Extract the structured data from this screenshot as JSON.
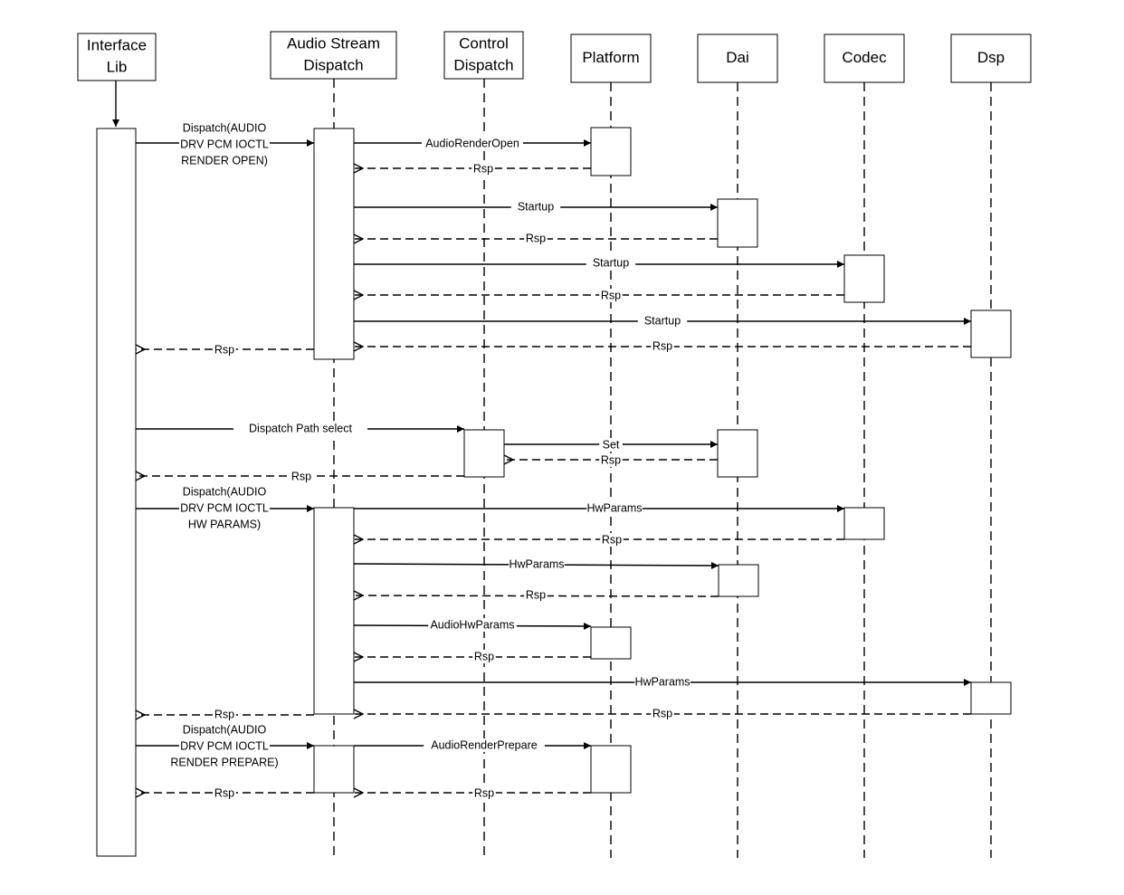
{
  "participants": [
    {
      "id": "il",
      "lines": [
        "Interface",
        "Lib"
      ]
    },
    {
      "id": "asd",
      "lines": [
        "Audio Stream",
        "Dispatch"
      ]
    },
    {
      "id": "cd",
      "lines": [
        "Control",
        "Dispatch"
      ]
    },
    {
      "id": "plat",
      "lines": [
        "Platform"
      ]
    },
    {
      "id": "dai",
      "lines": [
        "Dai"
      ]
    },
    {
      "id": "codec",
      "lines": [
        "Codec"
      ]
    },
    {
      "id": "dsp",
      "lines": [
        "Dsp"
      ]
    }
  ],
  "messages": [
    {
      "from": "il",
      "to": "asd",
      "kind": "call",
      "lines": [
        "Dispatch(AUDIO",
        "DRV PCM IOCTL",
        "RENDER OPEN)"
      ]
    },
    {
      "from": "asd",
      "to": "plat",
      "kind": "call",
      "lines": [
        "AudioRenderOpen"
      ]
    },
    {
      "from": "plat",
      "to": "asd",
      "kind": "return",
      "lines": [
        "Rsp"
      ]
    },
    {
      "from": "asd",
      "to": "dai",
      "kind": "call",
      "lines": [
        "Startup"
      ]
    },
    {
      "from": "dai",
      "to": "asd",
      "kind": "return",
      "lines": [
        "Rsp"
      ]
    },
    {
      "from": "asd",
      "to": "codec",
      "kind": "call",
      "lines": [
        "Startup"
      ]
    },
    {
      "from": "codec",
      "to": "asd",
      "kind": "return",
      "lines": [
        "Rsp"
      ]
    },
    {
      "from": "asd",
      "to": "dsp",
      "kind": "call",
      "lines": [
        "Startup"
      ]
    },
    {
      "from": "dsp",
      "to": "asd",
      "kind": "return",
      "lines": [
        "Rsp"
      ]
    },
    {
      "from": "asd",
      "to": "il",
      "kind": "return",
      "lines": [
        "Rsp"
      ]
    },
    {
      "from": "il",
      "to": "cd",
      "kind": "call",
      "lines": [
        "Dispatch Path select"
      ]
    },
    {
      "from": "cd",
      "to": "dai",
      "kind": "call",
      "lines": [
        "Set"
      ]
    },
    {
      "from": "dai",
      "to": "cd",
      "kind": "return",
      "lines": [
        "Rsp"
      ]
    },
    {
      "from": "cd",
      "to": "il",
      "kind": "return",
      "lines": [
        "Rsp"
      ]
    },
    {
      "from": "il",
      "to": "asd",
      "kind": "call",
      "lines": [
        "Dispatch(AUDIO",
        "DRV PCM IOCTL",
        "HW PARAMS)"
      ]
    },
    {
      "from": "asd",
      "to": "codec",
      "kind": "call",
      "lines": [
        "HwParams"
      ]
    },
    {
      "from": "codec",
      "to": "asd",
      "kind": "return",
      "lines": [
        "Rsp"
      ]
    },
    {
      "from": "asd",
      "to": "dai",
      "kind": "call",
      "lines": [
        "HwParams"
      ]
    },
    {
      "from": "dai",
      "to": "asd",
      "kind": "return",
      "lines": [
        "Rsp"
      ]
    },
    {
      "from": "asd",
      "to": "plat",
      "kind": "call",
      "lines": [
        "AudioHwParams"
      ]
    },
    {
      "from": "plat",
      "to": "asd",
      "kind": "return",
      "lines": [
        "Rsp"
      ]
    },
    {
      "from": "asd",
      "to": "dsp",
      "kind": "call",
      "lines": [
        "HwParams"
      ]
    },
    {
      "from": "dsp",
      "to": "asd",
      "kind": "return",
      "lines": [
        "Rsp"
      ]
    },
    {
      "from": "asd",
      "to": "il",
      "kind": "return",
      "lines": [
        "Rsp"
      ]
    },
    {
      "from": "il",
      "to": "asd",
      "kind": "call",
      "lines": [
        "Dispatch(AUDIO",
        "DRV PCM IOCTL",
        "RENDER PREPARE)"
      ]
    },
    {
      "from": "asd",
      "to": "plat",
      "kind": "call",
      "lines": [
        "AudioRenderPrepare"
      ]
    },
    {
      "from": "plat",
      "to": "asd",
      "kind": "return",
      "lines": [
        "Rsp"
      ]
    },
    {
      "from": "asd",
      "to": "il",
      "kind": "return",
      "lines": [
        "Rsp"
      ]
    }
  ]
}
